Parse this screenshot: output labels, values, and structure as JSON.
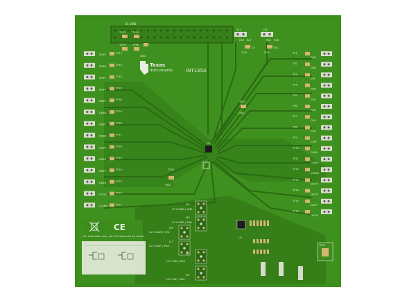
{
  "board": {
    "title": "INT135A",
    "logo_line1": "Texas",
    "logo_line2": "Instruments",
    "colors": {
      "pcb": "#3d8d1d",
      "pcb_dark": "#2f7516",
      "copper_pour": "#2a6a12",
      "pad": "#d4b572",
      "silk": "#e8efe0"
    }
  },
  "labels": {
    "u1_vdd": "U1 VDD",
    "tp33": "TP33",
    "tp34": "TP34",
    "tp35": "TP35",
    "tp36": "TP36",
    "gnd_top": "GND",
    "j31": "J31",
    "j32": "J32",
    "r49": "R49",
    "r47": "R47",
    "r45": "R45",
    "r48": "R48",
    "tp31": "TP31",
    "tp32": "TP32",
    "cs": "CS",
    "sel": "SEL",
    "tp37": "TP37",
    "gnd_mid": "GND",
    "tp38": "TP38",
    "gnd_low": "GND",
    "u1": "U1",
    "u2": "U2",
    "tp39": "TP39",
    "fcc_note": "For evaluation only; not FCC approved for resale.",
    "j40": "J40",
    "j39": "J39",
    "j38": "J38",
    "j37": "J37",
    "j36": "J36",
    "j35": "J35",
    "sma_clkbn": "U2 CLKBN | SMA",
    "sma_clkbp": "U2 CLKBP | SMA",
    "sma_clkan": "U2 CLKAN | SMA",
    "sma_clkap": "U2 CLKAP | SMA",
    "sma_clkn": "U2 CLKN | SMA",
    "sma_clkp": "U2 CLKP | SMA"
  },
  "left_testpoints": [
    "TP17",
    "TP18",
    "TP19",
    "TP20",
    "TP30",
    "TP29",
    "TP28",
    "TP27",
    "TP26",
    "TP25",
    "TP24",
    "TP23",
    "TP22",
    "TP21"
  ],
  "left_nets": [
    "DA3P",
    "DA3N",
    "DA4P",
    "DA4N",
    "DB4P",
    "DB4N",
    "DB3P",
    "DB3N",
    "DB2P",
    "DB2N",
    "DB1P",
    "DB1N",
    "CLKBP",
    "CLKBN"
  ],
  "right_testpoints": [
    "TP1",
    "TP2",
    "TP3",
    "TP4",
    "TP5",
    "TP6",
    "TP7",
    "TP8",
    "TP9",
    "TP10",
    "TP11",
    "TP12",
    "TP13",
    "TP14",
    "TP15",
    "TP16"
  ],
  "right_nets": [
    "D4P",
    "D4N",
    "D3P",
    "D3N",
    "D2P",
    "D2N",
    "D1P",
    "D1N",
    "CLKP",
    "CLKN",
    "CLKAP",
    "CLKAN",
    "DA1P",
    "DA1N",
    "DA2P",
    "DA2N"
  ]
}
